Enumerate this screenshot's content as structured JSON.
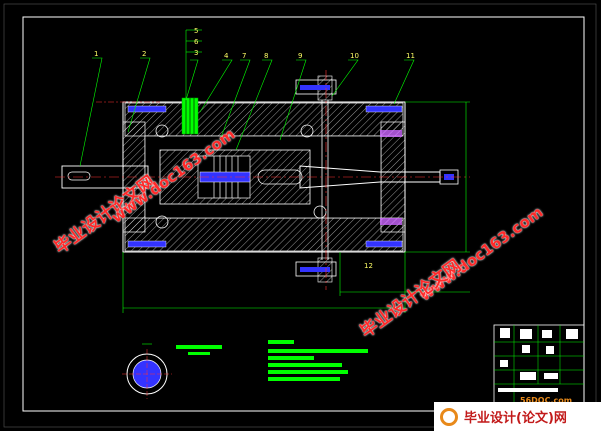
{
  "balloons": [
    "1",
    "2",
    "3",
    "4",
    "5",
    "6",
    "7",
    "8",
    "9",
    "10",
    "11",
    "12"
  ],
  "watermarks": {
    "site_cn": "毕业设计论文网",
    "site_url": "www.doc163.com"
  },
  "footer": {
    "url": "56DOC.com",
    "brand": "毕业设计(论文)网"
  },
  "colors": {
    "background": "#000000",
    "outline": "#ffffff",
    "section_hatch": "#ffffff",
    "centerline": "#ff3333",
    "dimension": "#00ff00",
    "leader": "#00ff00",
    "blue_part": "#3333ff",
    "magenta_part": "#cc66ff",
    "watermark_red": "#ff2a2a"
  }
}
